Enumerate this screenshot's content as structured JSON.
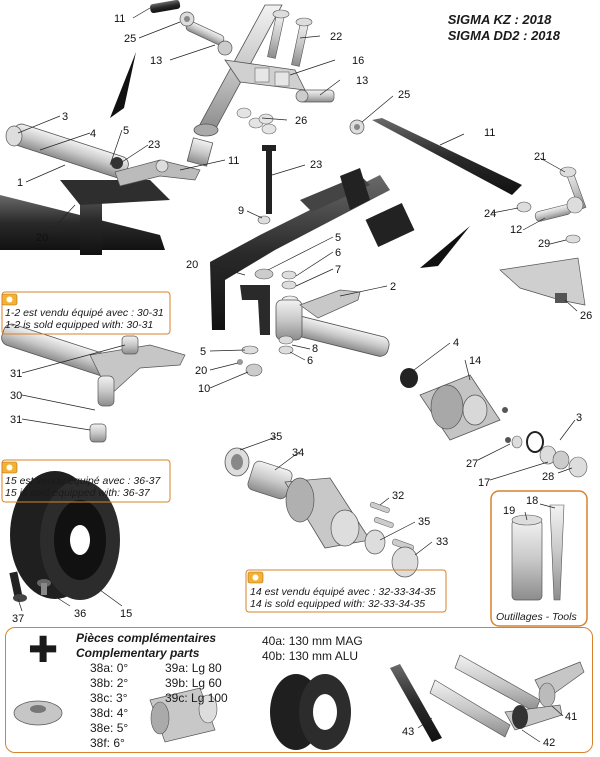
{
  "header": {
    "line1": "SIGMA KZ : 2018",
    "line2": "SIGMA DD2 : 2018"
  },
  "labels": {
    "n11a": "11",
    "n25a": "25",
    "n13a": "13",
    "n22": "22",
    "n16": "16",
    "n13b": "13",
    "n25b": "25",
    "n26a": "26",
    "n3a": "3",
    "n4a": "4",
    "n5a": "5",
    "n23a": "23",
    "n11b": "11",
    "n1": "1",
    "n20a": "20",
    "n23b": "23",
    "n9": "9",
    "n11c": "11",
    "n21": "21",
    "n24": "24",
    "n12": "12",
    "n29": "29",
    "n5b": "5",
    "n6a": "6",
    "n7": "7",
    "n20b": "20",
    "n2": "2",
    "n26b": "26",
    "n31a": "31",
    "n30": "30",
    "n31b": "31",
    "n5c": "5",
    "n20c": "20",
    "n10": "10",
    "n8": "8",
    "n6b": "6",
    "n4b": "4",
    "n14": "14",
    "n3b": "3",
    "n27": "27",
    "n17": "17",
    "n28": "28",
    "n35a": "35",
    "n34": "34",
    "n32": "32",
    "n35b": "35",
    "n33": "33",
    "n19": "19",
    "n18": "18",
    "n37": "37",
    "n36": "36",
    "n15": "15",
    "n43": "43",
    "n41": "41",
    "n42": "42"
  },
  "notes": {
    "note1_fr": "1-2 est vendu équipé avec : 30-31",
    "note1_en": "1-2 is sold equipped with: 30-31",
    "note2_fr": "15 est vendu équipé avec : 36-37",
    "note2_en": "15 is sold equipped with: 36-37",
    "note3_fr": "14 est vendu équipé avec : 32-33-34-35",
    "note3_en": "14 is sold equipped with: 32-33-34-35"
  },
  "tools_label": "Outillages - Tools",
  "complementary": {
    "title_fr": "Pièces complémentaires",
    "title_en": "Complementary parts",
    "list38": [
      "38a: 0°",
      "38b: 2°",
      "38c: 3°",
      "38d: 4°",
      "38e: 5°",
      "38f: 6°"
    ],
    "list39": [
      "39a: Lg 80",
      "39b: Lg 60",
      "39c: Lg 100"
    ],
    "list40": [
      "40a: 130 mm MAG",
      "40b: 130 mm ALU"
    ]
  },
  "colors": {
    "accent": "#d9822b",
    "part_gray": "#bfbfbf",
    "dark_frame": "#3a3a3a"
  }
}
